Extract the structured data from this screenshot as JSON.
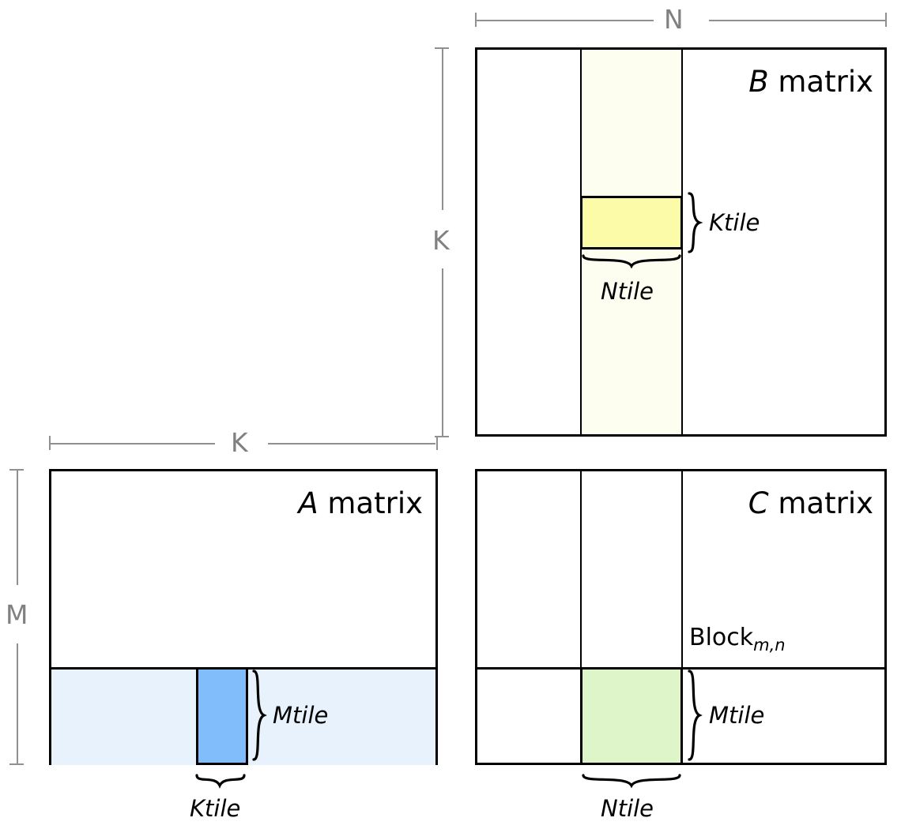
{
  "diagram": {
    "title_hidden": "Tiled matrix multiplication blocking diagram",
    "colors": {
      "outline": "#000000",
      "dimension_rule": "#909090",
      "dimension_text": "#808080",
      "b_column_strip": "#FEFEF0",
      "b_tile_yellow": "#FBFBA8",
      "a_row_strip": "#E8F2FD",
      "a_tile_blue": "#80BDFA",
      "c_tile_green": "#DDF5C8"
    }
  },
  "matrices": {
    "b": {
      "name_italic": "B",
      "name_rest": " matrix",
      "dim_top": "N",
      "dim_left": "K",
      "tile_brace_right": "Ktile",
      "tile_brace_bottom": "Ntile"
    },
    "a": {
      "name_italic": "A",
      "name_rest": " matrix",
      "dim_top": "K",
      "dim_left": "M",
      "tile_brace_right": "Mtile",
      "tile_brace_bottom": "Ktile"
    },
    "c": {
      "name_italic": "C",
      "name_rest": " matrix",
      "block_label_base": "Block",
      "block_label_sub": "m,n",
      "tile_brace_right": "Mtile",
      "tile_brace_bottom": "Ntile"
    }
  }
}
